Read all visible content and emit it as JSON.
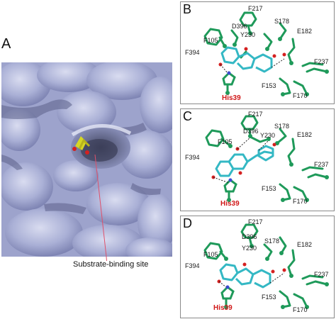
{
  "panels": {
    "a": {
      "letter": "A",
      "callout": "Substrate-binding site"
    },
    "b": {
      "letter": "B"
    },
    "c": {
      "letter": "C"
    },
    "d": {
      "letter": "D"
    }
  },
  "residues": {
    "F217": "F217",
    "D396": "D396",
    "S178": "S178",
    "Y230": "Y230",
    "E182": "E182",
    "F105": "F105",
    "F394": "F394",
    "F237": "F237",
    "F153": "F153",
    "F170": "F170",
    "His39": "His39"
  },
  "colors": {
    "surface": "#a9aed3",
    "residue": "#1f9a5a",
    "ligand": "#34b8c4",
    "oxygen": "#d42020",
    "nitrogen": "#3b4bd0",
    "histidine_label": "#d01818",
    "substrate_in_pocket": "#d6d624"
  }
}
